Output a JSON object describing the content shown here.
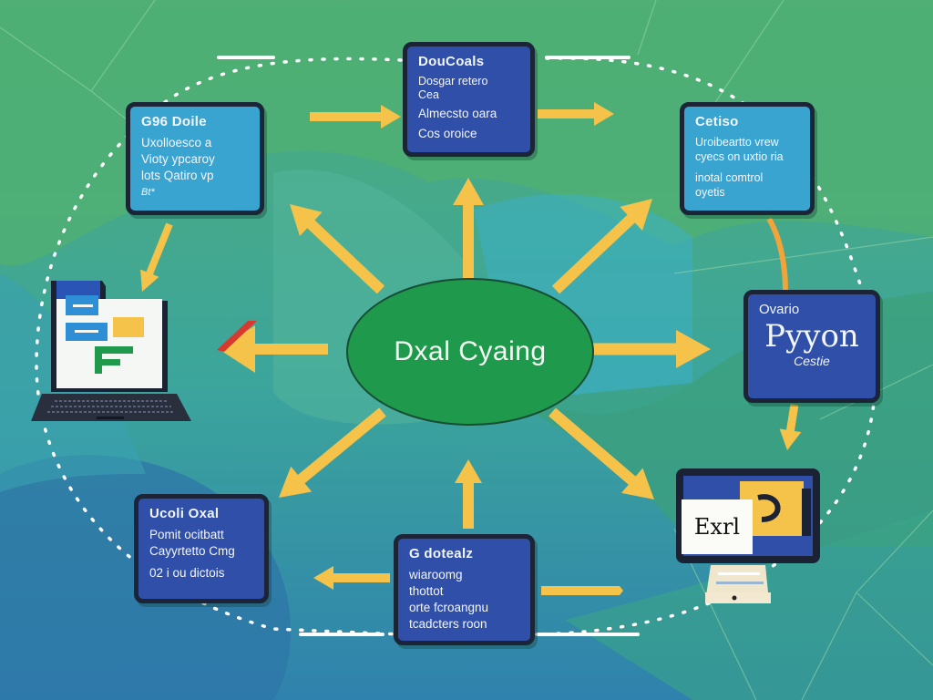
{
  "diagram": {
    "center": {
      "label": "Dxal Cyaing",
      "icon": "hub-node"
    },
    "nodes": [
      {
        "id": "top",
        "title": "DouCoals",
        "lines": [
          "Dosgar retero",
          "Cea",
          "Almecsto oara",
          "Cos oroice"
        ],
        "style": "dark"
      },
      {
        "id": "top-left",
        "title": "G96 Doile",
        "lines": [
          "Uxolloesco a",
          "Vioty ypcaroy",
          "lots Qatiro vp",
          "Bt*"
        ],
        "style": "light"
      },
      {
        "id": "top-right",
        "title": "Cetiso",
        "lines": [
          "Uroibeartto vrew",
          "cyecs on uxtio ria",
          "",
          "inotal comtrol",
          "oyetis"
        ],
        "style": "light"
      },
      {
        "id": "right",
        "title": "Ovario",
        "big": "Pyyon",
        "sub": "Cestie",
        "style": "dark"
      },
      {
        "id": "bottom-left",
        "title": "Ucoli Oxal",
        "lines": [
          "Pomit ocitbatt",
          "Cayyrtetto Cmg",
          "02 i ou dictois"
        ],
        "style": "dark"
      },
      {
        "id": "bottom",
        "title": "G dotealz",
        "lines": [
          "wiaroomg",
          "thottot",
          "orte fcroangnu",
          "tcadcters roon"
        ],
        "style": "dark"
      }
    ],
    "devices": [
      {
        "id": "laptop",
        "icon": "laptop-icon",
        "glyph": "F"
      },
      {
        "id": "monitor",
        "icon": "monitor-icon",
        "label": "Exrl",
        "glyph": "P"
      }
    ],
    "colors": {
      "arrow": "#f5c24a",
      "hub": "#1f9a4c",
      "card_dark": "#2f4fa8",
      "card_light": "#3aa4d0",
      "card_border": "#1c2438",
      "bg_green": "#4fa874",
      "bg_teal": "#3aa3a8",
      "bg_blue": "#2e7fae",
      "accent_red": "#d8392f"
    }
  }
}
